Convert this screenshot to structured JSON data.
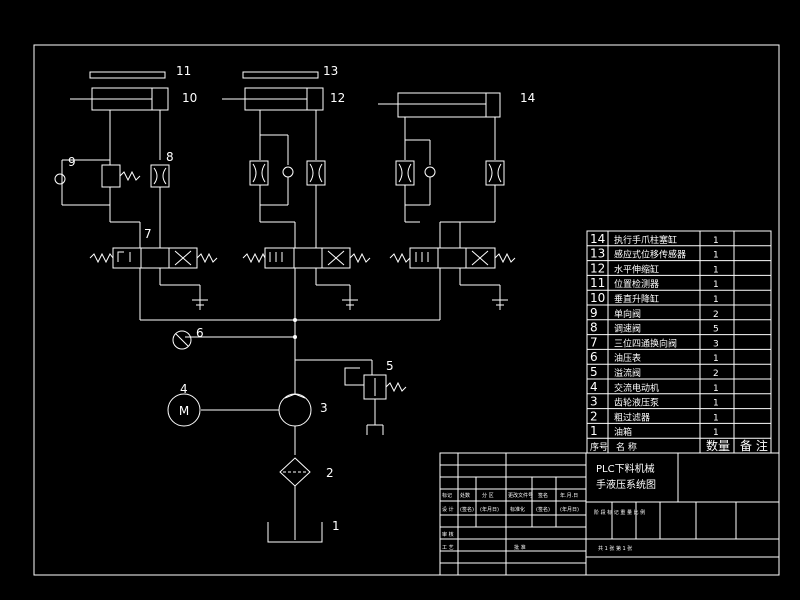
{
  "drawing": {
    "title_line1": "PLC下料机械",
    "title_line2": "手液压系统图",
    "callouts": [
      "1",
      "2",
      "3",
      "4",
      "5",
      "6",
      "7",
      "8",
      "9",
      "10",
      "11",
      "12",
      "13",
      "14"
    ],
    "motor_symbol": "M"
  },
  "parts_list": {
    "rows": [
      {
        "no": "14",
        "name": "执行手爪柱塞缸",
        "qty": "1",
        "note": ""
      },
      {
        "no": "13",
        "name": "感应式位移传感器",
        "qty": "1",
        "note": ""
      },
      {
        "no": "12",
        "name": "水平伸缩缸",
        "qty": "1",
        "note": ""
      },
      {
        "no": "11",
        "name": "位置检测器",
        "qty": "1",
        "note": ""
      },
      {
        "no": "10",
        "name": "垂直升降缸",
        "qty": "1",
        "note": ""
      },
      {
        "no": "9",
        "name": "单向阀",
        "qty": "2",
        "note": ""
      },
      {
        "no": "8",
        "name": "调速阀",
        "qty": "5",
        "note": ""
      },
      {
        "no": "7",
        "name": "三位四通换向阀",
        "qty": "3",
        "note": ""
      },
      {
        "no": "6",
        "name": "油压表",
        "qty": "1",
        "note": ""
      },
      {
        "no": "5",
        "name": "溢流阀",
        "qty": "2",
        "note": ""
      },
      {
        "no": "4",
        "name": "交流电动机",
        "qty": "1",
        "note": ""
      },
      {
        "no": "3",
        "name": "齿轮液压泵",
        "qty": "1",
        "note": ""
      },
      {
        "no": "2",
        "name": "粗过滤器",
        "qty": "1",
        "note": ""
      },
      {
        "no": "1",
        "name": "油箱",
        "qty": "1",
        "note": ""
      }
    ],
    "header": {
      "no": "序号",
      "name": "名  称",
      "qty": "数量",
      "note": "备 注"
    }
  },
  "title_block": {
    "row1": [
      "标记",
      "处数",
      "分 区",
      "更改文件号",
      "签名",
      "年.月.日"
    ],
    "row2": [
      "设 计",
      "(签名)",
      "(年月日)",
      "标准化",
      "(签名)",
      "(年月日)"
    ],
    "stage_labels": "阶 段 标 记   重 量   比 例",
    "check": "审 核",
    "process": "工 艺",
    "approve": "批 准",
    "sheets": "共 1 张     第 1 张"
  }
}
